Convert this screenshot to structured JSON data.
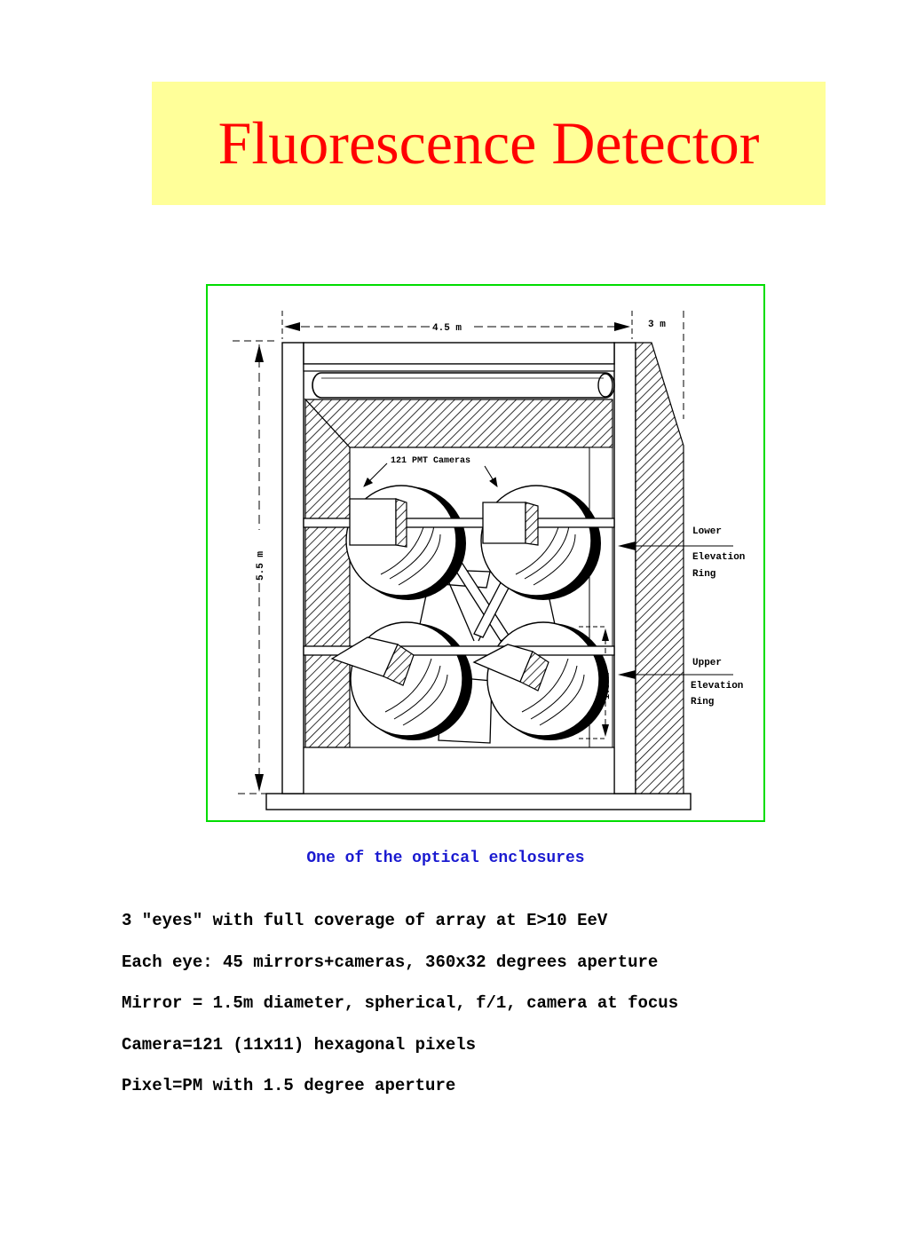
{
  "title": "Fluorescence Detector",
  "figure": {
    "dim_width": "4.5 m",
    "dim_depth": "3 m",
    "dim_height": "5.5 m",
    "dim_mirror": "1.5 m",
    "cameras_label": "121 PMT Cameras",
    "lower_ring": [
      "Lower",
      "Elevation",
      "Ring"
    ],
    "upper_ring": [
      "Upper",
      "Elevation",
      "Ring"
    ],
    "frame_color": "#00dd00"
  },
  "caption": "One of the optical enclosures",
  "bullets": [
    "3 \"eyes\" with full coverage of array at E>10 EeV",
    "Each eye: 45 mirrors+cameras, 360x32 degrees aperture",
    "Mirror = 1.5m diameter, spherical, f/1, camera at focus",
    "Camera=121 (11x11) hexagonal pixels",
    "Pixel=PM with 1.5 degree aperture"
  ]
}
